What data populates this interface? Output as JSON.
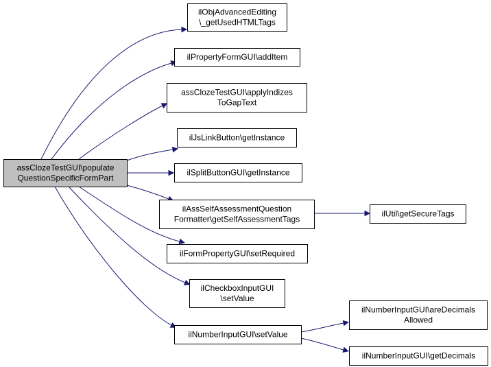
{
  "graph": {
    "nodes": [
      {
        "id": "root",
        "lines": [
          "assClozeTestGUI\\populate",
          "QuestionSpecificFormPart"
        ],
        "root": true
      },
      {
        "id": "n1",
        "lines": [
          "ilObjAdvancedEditing",
          "\\_getUsedHTMLTags"
        ]
      },
      {
        "id": "n2",
        "lines": [
          "ilPropertyFormGUI\\addItem"
        ]
      },
      {
        "id": "n3",
        "lines": [
          "assClozeTestGUI\\applyIndizes",
          "ToGapText"
        ]
      },
      {
        "id": "n4",
        "lines": [
          "ilJsLinkButton\\getInstance"
        ]
      },
      {
        "id": "n5",
        "lines": [
          "ilSplitButtonGUI\\getInstance"
        ]
      },
      {
        "id": "n6",
        "lines": [
          "ilAssSelfAssessmentQuestion",
          "Formatter\\getSelfAssessmentTags"
        ]
      },
      {
        "id": "n7",
        "lines": [
          "ilFormPropertyGUI\\setRequired"
        ]
      },
      {
        "id": "n8",
        "lines": [
          "ilCheckboxInputGUI",
          "\\setValue"
        ]
      },
      {
        "id": "n9",
        "lines": [
          "ilNumberInputGUI\\setValue"
        ]
      },
      {
        "id": "n10",
        "lines": [
          "ilUtil\\getSecureTags"
        ]
      },
      {
        "id": "n11",
        "lines": [
          "ilNumberInputGUI\\areDecimals",
          "Allowed"
        ]
      },
      {
        "id": "n12",
        "lines": [
          "ilNumberInputGUI\\getDecimals"
        ]
      }
    ],
    "edges": [
      {
        "from": "root",
        "to": "n1"
      },
      {
        "from": "root",
        "to": "n2"
      },
      {
        "from": "root",
        "to": "n3"
      },
      {
        "from": "root",
        "to": "n4"
      },
      {
        "from": "root",
        "to": "n5"
      },
      {
        "from": "root",
        "to": "n6"
      },
      {
        "from": "root",
        "to": "n7"
      },
      {
        "from": "root",
        "to": "n8"
      },
      {
        "from": "root",
        "to": "n9"
      },
      {
        "from": "n6",
        "to": "n10"
      },
      {
        "from": "n9",
        "to": "n11"
      },
      {
        "from": "n9",
        "to": "n12"
      }
    ],
    "colors": {
      "edge": "#191970",
      "root_fill": "#bfbfbf",
      "node_fill": "#ffffff",
      "border": "#000000"
    }
  }
}
